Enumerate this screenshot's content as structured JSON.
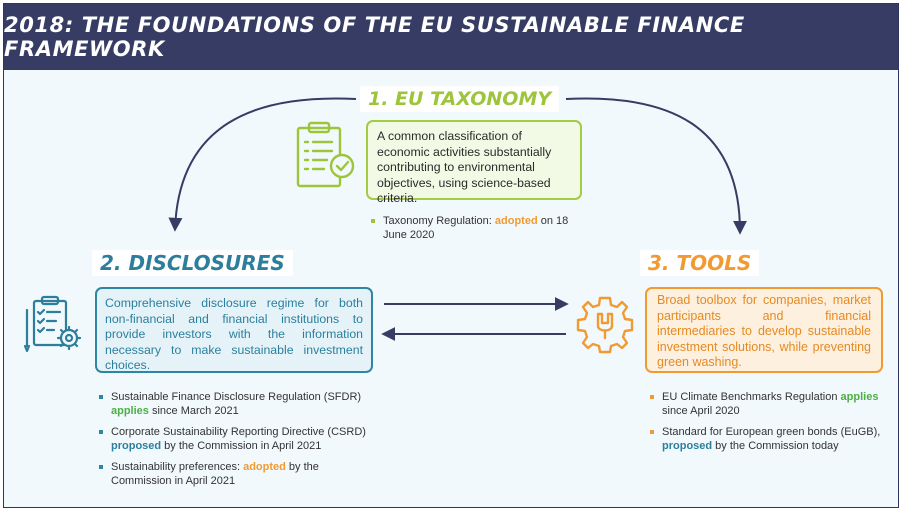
{
  "header": {
    "title": "2018: THE FOUNDATIONS OF THE EU SUSTAINABLE FINANCE FRAMEWORK"
  },
  "taxonomy": {
    "title": "1. EU TAXONOMY",
    "description": "A common classification of economic activities substantially contributing to environmental objectives, using science-based criteria.",
    "notes": [
      {
        "pre": "Taxonomy Regulation: ",
        "status": "adopted",
        "post": " on 18 June 2020"
      }
    ]
  },
  "disclosures": {
    "title": "2. DISCLOSURES",
    "description": "Comprehensive disclosure regime for both non-financial and financial institutions to provide investors with the information necessary to make sustainable investment choices.",
    "notes": [
      {
        "pre": "Sustainable Finance Disclosure Regulation (SFDR) ",
        "status": "applies",
        "post": " since March 2021"
      },
      {
        "pre": "Corporate Sustainability Reporting Directive (CSRD) ",
        "status": "proposed",
        "post": " by the Commission in April 2021"
      },
      {
        "pre": "Sustainability preferences: ",
        "status": "adopted",
        "post": " by the Commission in April 2021"
      }
    ]
  },
  "tools": {
    "title": "3. TOOLS",
    "description": "Broad toolbox for companies, market participants and financial intermediaries to develop sustainable investment solutions, while preventing green washing.",
    "notes": [
      {
        "pre": "EU Climate Benchmarks Regulation ",
        "status": "applies",
        "post": " since April 2020"
      },
      {
        "pre": "Standard for European green bonds (EuGB), ",
        "status": "proposed",
        "post": " by the Commission today"
      }
    ]
  },
  "icons": {
    "taxonomy": "clipboard-checklist-icon",
    "disclosures": "clipboard-gear-icon",
    "tools": "wrench-gear-icon"
  },
  "colors": {
    "header_bg": "#363c63",
    "taxonomy": "#9cc53c",
    "disclosures": "#2c7e9b",
    "tools": "#f29a32",
    "background": "#f1f9fd"
  }
}
